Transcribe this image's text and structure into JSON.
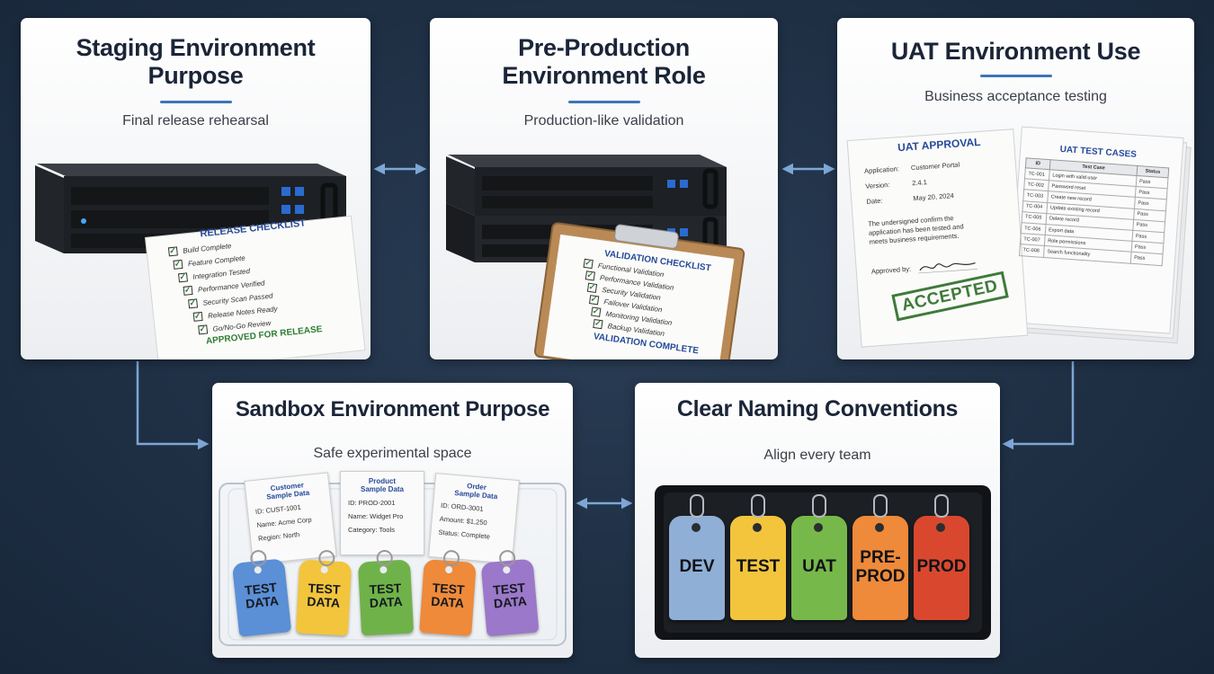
{
  "cards": {
    "staging": {
      "title_line1": "Staging Environment",
      "title_line2": "Purpose",
      "subtitle": "Final release rehearsal",
      "checklist_title": "RELEASE CHECKLIST",
      "items": [
        "Build Complete",
        "Feature Complete",
        "Integration Tested",
        "Performance Verified",
        "Security Scan Passed",
        "Release Notes Ready",
        "Go/No-Go Review"
      ],
      "footer": "APPROVED FOR RELEASE"
    },
    "preprod": {
      "title_line1": "Pre-Production",
      "title_line2": "Environment Role",
      "subtitle": "Production-like validation",
      "checklist_title": "VALIDATION CHECKLIST",
      "items": [
        "Functional Validation",
        "Performance Validation",
        "Security Validation",
        "Failover Validation",
        "Monitoring Validation",
        "Backup Validation"
      ],
      "footer": "VALIDATION COMPLETE"
    },
    "uat": {
      "title": "UAT Environment Use",
      "subtitle": "Business acceptance testing",
      "approval": {
        "title": "UAT APPROVAL",
        "application_label": "Application:",
        "application_value": "Customer Portal",
        "version_label": "Version:",
        "version_value": "2.4.1",
        "date_label": "Date:",
        "date_value": "May 20, 2024",
        "statement_1": "The undersigned confirm the",
        "statement_2": "application has been tested and",
        "statement_3": "meets business requirements.",
        "approved_label": "Approved by:",
        "stamp": "ACCEPTED"
      },
      "cases": {
        "title": "UAT TEST CASES",
        "headers": [
          "ID",
          "Test Case",
          "Status"
        ],
        "rows": [
          [
            "TC-001",
            "Login with valid user",
            "Pass"
          ],
          [
            "TC-002",
            "Password reset",
            "Pass"
          ],
          [
            "TC-003",
            "Create new record",
            "Pass"
          ],
          [
            "TC-004",
            "Update existing record",
            "Pass"
          ],
          [
            "TC-005",
            "Delete record",
            "Pass"
          ],
          [
            "TC-006",
            "Export data",
            "Pass"
          ],
          [
            "TC-007",
            "Role permissions",
            "Pass"
          ],
          [
            "TC-008",
            "Search functionality",
            "Pass"
          ]
        ]
      }
    },
    "sandbox": {
      "title": "Sandbox Environment Purpose",
      "subtitle": "Safe experimental space",
      "cards": [
        {
          "title1": "Customer",
          "title2": "Sample Data",
          "l1": "ID: CUST-1001",
          "l2": "Name: Acme Corp",
          "l3": "Region: North"
        },
        {
          "title1": "Product",
          "title2": "Sample Data",
          "l1": "ID: PROD-2001",
          "l2": "Name: Widget Pro",
          "l3": "Category: Tools"
        },
        {
          "title1": "Order",
          "title2": "Sample Data",
          "l1": "ID: ORD-3001",
          "l2": "Amount: $1,250",
          "l3": "Status: Complete"
        }
      ],
      "tag_line1": "TEST",
      "tag_line2": "DATA"
    },
    "naming": {
      "title": "Clear Naming Conventions",
      "subtitle": "Align every team",
      "tags": [
        {
          "line1": "DEV",
          "line2": "",
          "color": "#8fafd6"
        },
        {
          "line1": "TEST",
          "line2": "",
          "color": "#f2c53d"
        },
        {
          "line1": "UAT",
          "line2": "",
          "color": "#77b84b"
        },
        {
          "line1": "PRE-",
          "line2": "PROD",
          "color": "#ee8a3a"
        },
        {
          "line1": "PROD",
          "line2": "",
          "color": "#d9482e"
        }
      ]
    }
  },
  "colors": {
    "background": "#1f3045",
    "connector": "#7ea6d6",
    "title": "#1b2538",
    "accent_rule": "#3d74b8",
    "check_green": "#2e7d32",
    "stamp_green": "#3f7a3a",
    "sandbox_tags": [
      "#5b8fd6",
      "#f2c53d",
      "#6fb24a",
      "#ee8a3a",
      "#9b78c9"
    ]
  }
}
